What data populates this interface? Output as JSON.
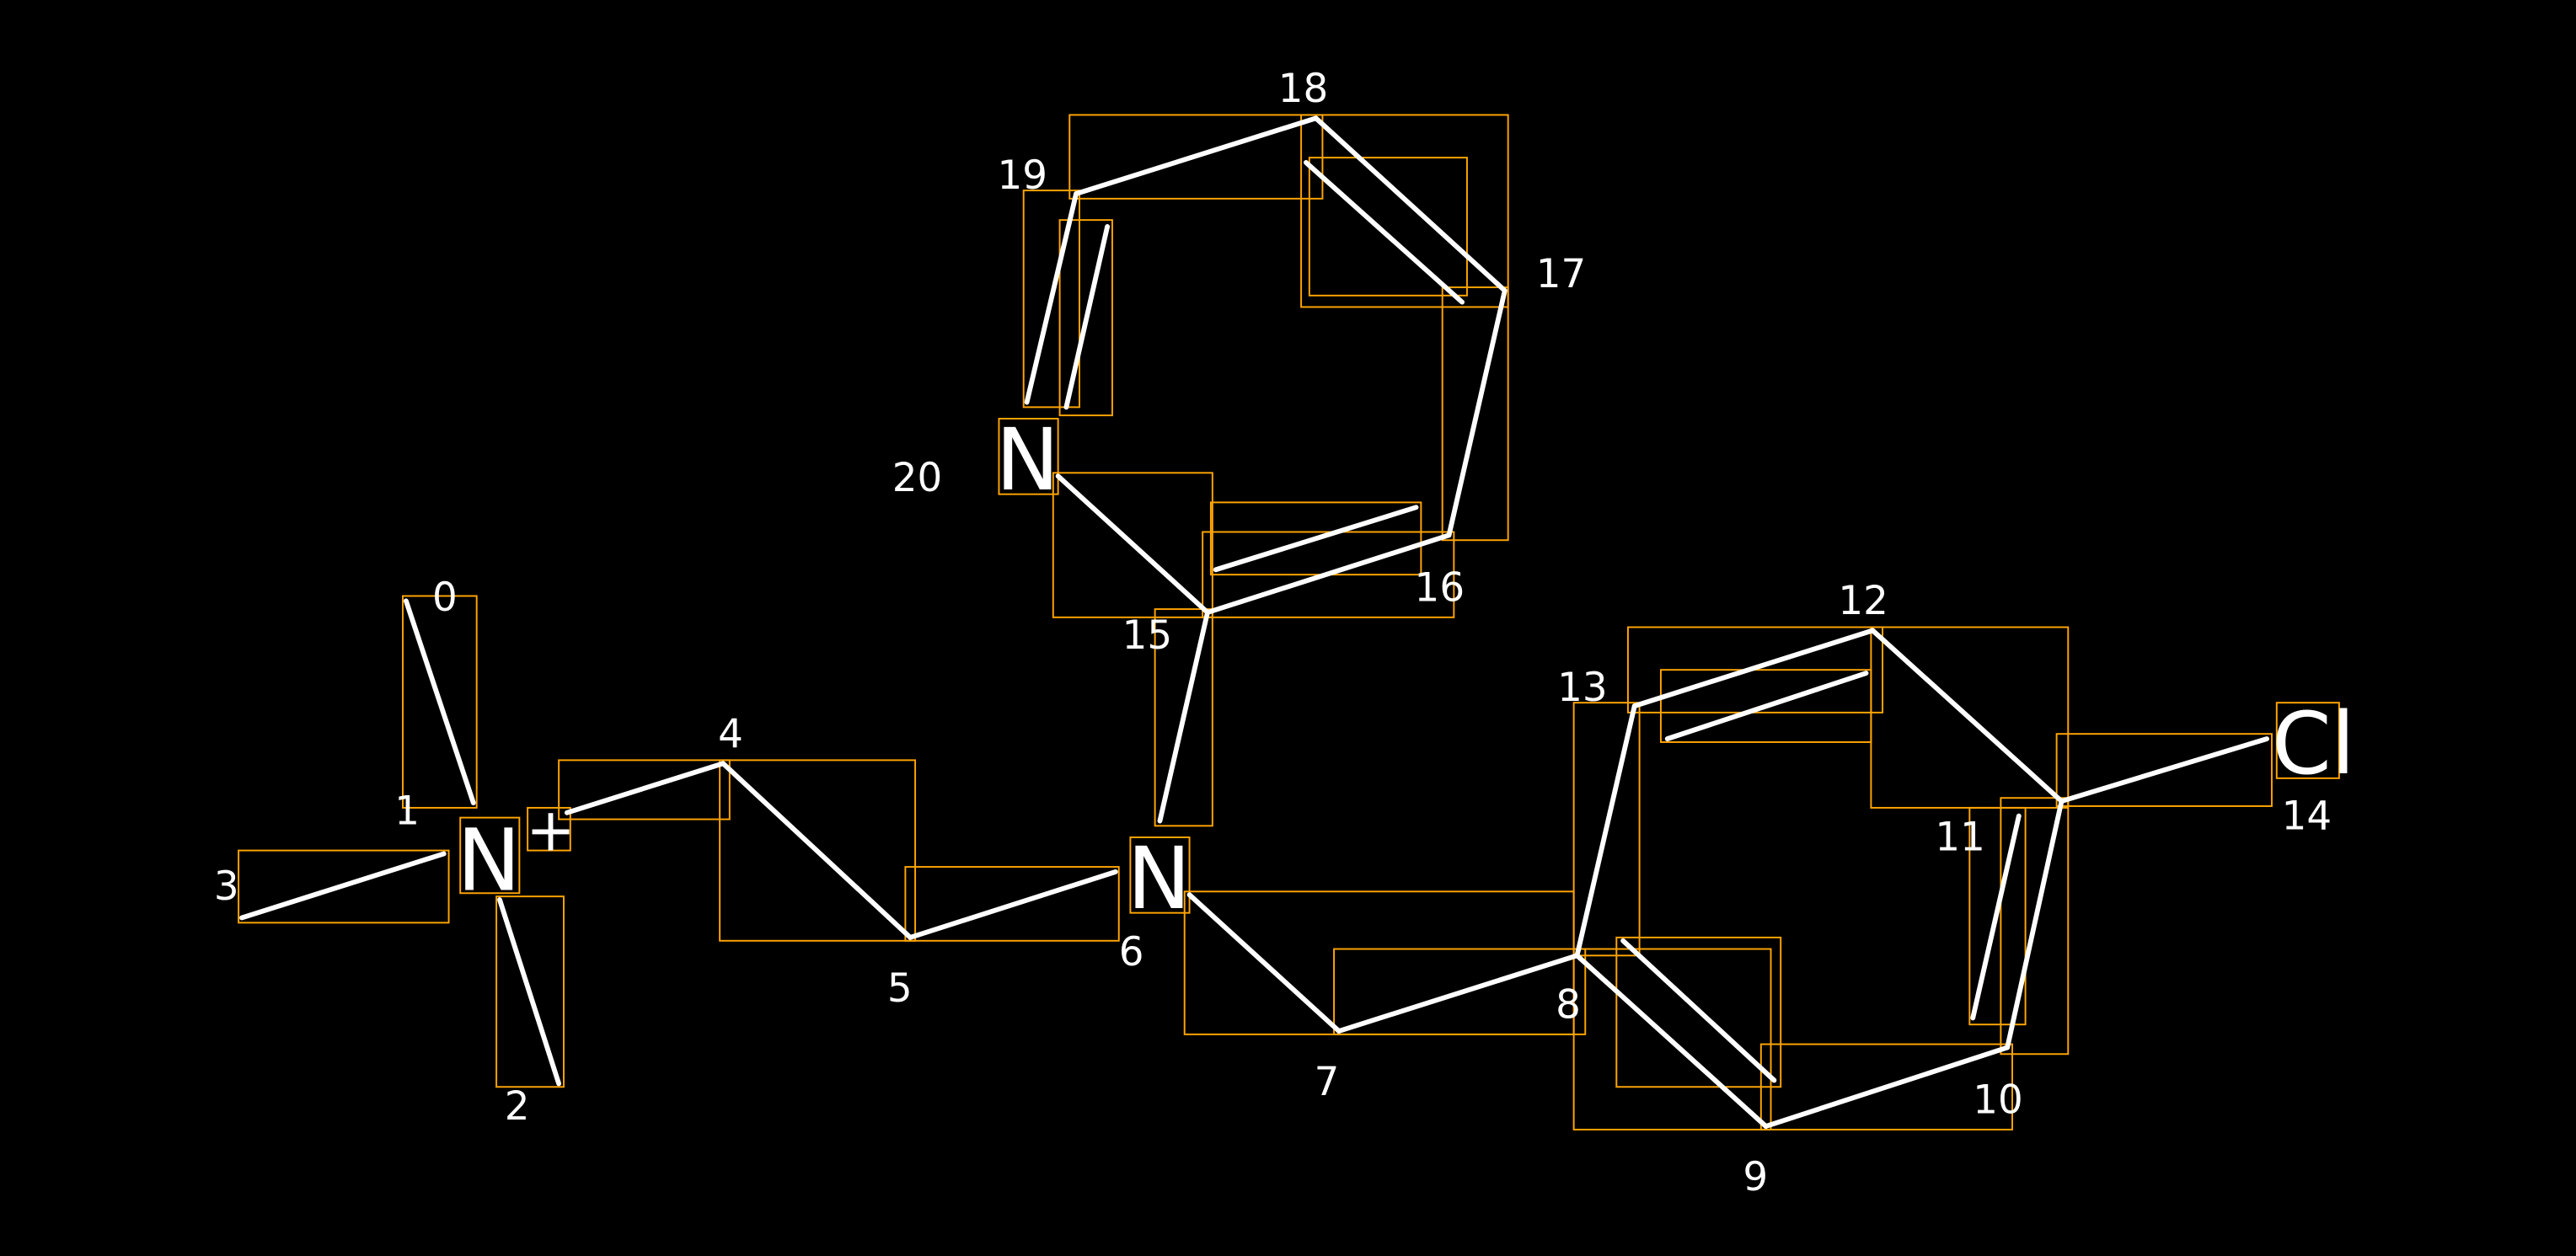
{
  "colors": {
    "background": "#000000",
    "bond": "#ffffff",
    "box": "#FFA500"
  },
  "atoms": {
    "n_plus": "N",
    "n_plus_charge": "+",
    "n6": "N",
    "n20": "N",
    "cl": "Cl"
  },
  "indices": [
    "0",
    "1",
    "2",
    "3",
    "4",
    "5",
    "6",
    "7",
    "8",
    "9",
    "10",
    "11",
    "12",
    "13",
    "14",
    "15",
    "16",
    "17",
    "18",
    "19",
    "20"
  ]
}
